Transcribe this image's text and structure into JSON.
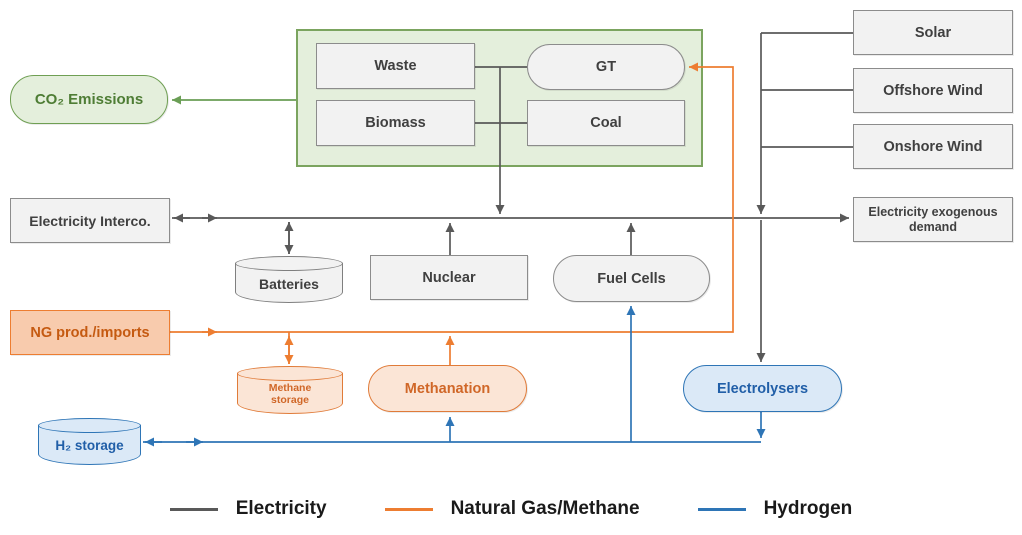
{
  "diagram": {
    "nodes": {
      "co2": {
        "label": "CO₂ Emissions"
      },
      "waste": {
        "label": "Waste"
      },
      "biomass": {
        "label": "Biomass"
      },
      "gt": {
        "label": "GT"
      },
      "coal": {
        "label": "Coal"
      },
      "interco": {
        "label": "Electricity Interco."
      },
      "solar": {
        "label": "Solar"
      },
      "offshore_wind": {
        "label": "Offshore Wind"
      },
      "onshore_wind": {
        "label": "Onshore Wind"
      },
      "exogenous_demand": {
        "label": "Electricity exogenous demand"
      },
      "batteries": {
        "label": "Batteries"
      },
      "nuclear": {
        "label": "Nuclear"
      },
      "fuel_cells": {
        "label": "Fuel Cells"
      },
      "ng_imports": {
        "label": "NG prod./imports"
      },
      "methane_storage": {
        "label": "Methane storage"
      },
      "methanation": {
        "label": "Methanation"
      },
      "electrolysers": {
        "label": "Electrolysers"
      },
      "h2_storage": {
        "label": "H₂ storage"
      }
    },
    "legend": [
      {
        "label": "Electricity",
        "color": "#595959"
      },
      {
        "label": "Natural Gas/Methane",
        "color": "#ed7d31"
      },
      {
        "label": "Hydrogen",
        "color": "#2e75b6"
      }
    ],
    "colors": {
      "electricity_line": "#595959",
      "natural_gas_line": "#ed7d31",
      "hydrogen_line": "#2e75b6",
      "emissions_line": "#6a9e55",
      "gray_node_fill": "#f2f2f2",
      "green_fill": "#e4efdc",
      "orange_fill": "#f8cbad",
      "blue_fill": "#dbe9f7"
    }
  }
}
